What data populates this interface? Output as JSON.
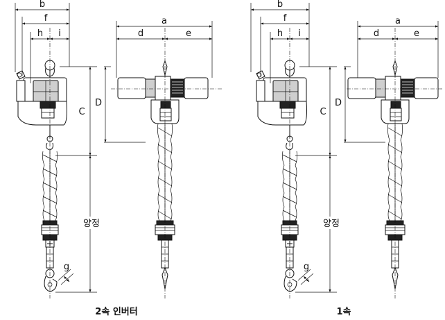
{
  "variants": [
    {
      "caption": "2속 인버터",
      "labels": {
        "a": "a",
        "b": "b",
        "c": "C",
        "d": "d",
        "e": "e",
        "f": "f",
        "g": "g",
        "h": "h",
        "i": "i",
        "lift": "양정"
      }
    },
    {
      "caption": "1속",
      "labels": {
        "a": "a",
        "b": "b",
        "c": "C",
        "d": "D",
        "e": "e",
        "f": "f",
        "g": "g",
        "h": "h",
        "i": "i",
        "lift": "양정"
      }
    }
  ],
  "d_upper": "D"
}
